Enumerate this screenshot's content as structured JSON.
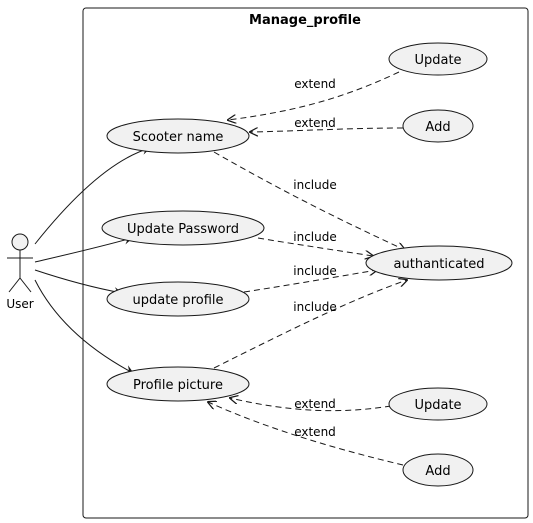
{
  "diagram": {
    "boundary_title": "Manage_profile",
    "actor": "User",
    "use_cases": {
      "scooter_name": "Scooter name",
      "update_password": "Update Password",
      "update_profile": "update profile",
      "profile_picture": "Profile picture",
      "authenticated": "authanticated",
      "scooter_update": "Update",
      "scooter_add": "Add",
      "picture_update": "Update",
      "picture_add": "Add"
    },
    "relations": {
      "extend": "extend",
      "include": "include"
    },
    "colors": {
      "usecase_fill": "#f1f1f1",
      "stroke": "#181818"
    }
  }
}
